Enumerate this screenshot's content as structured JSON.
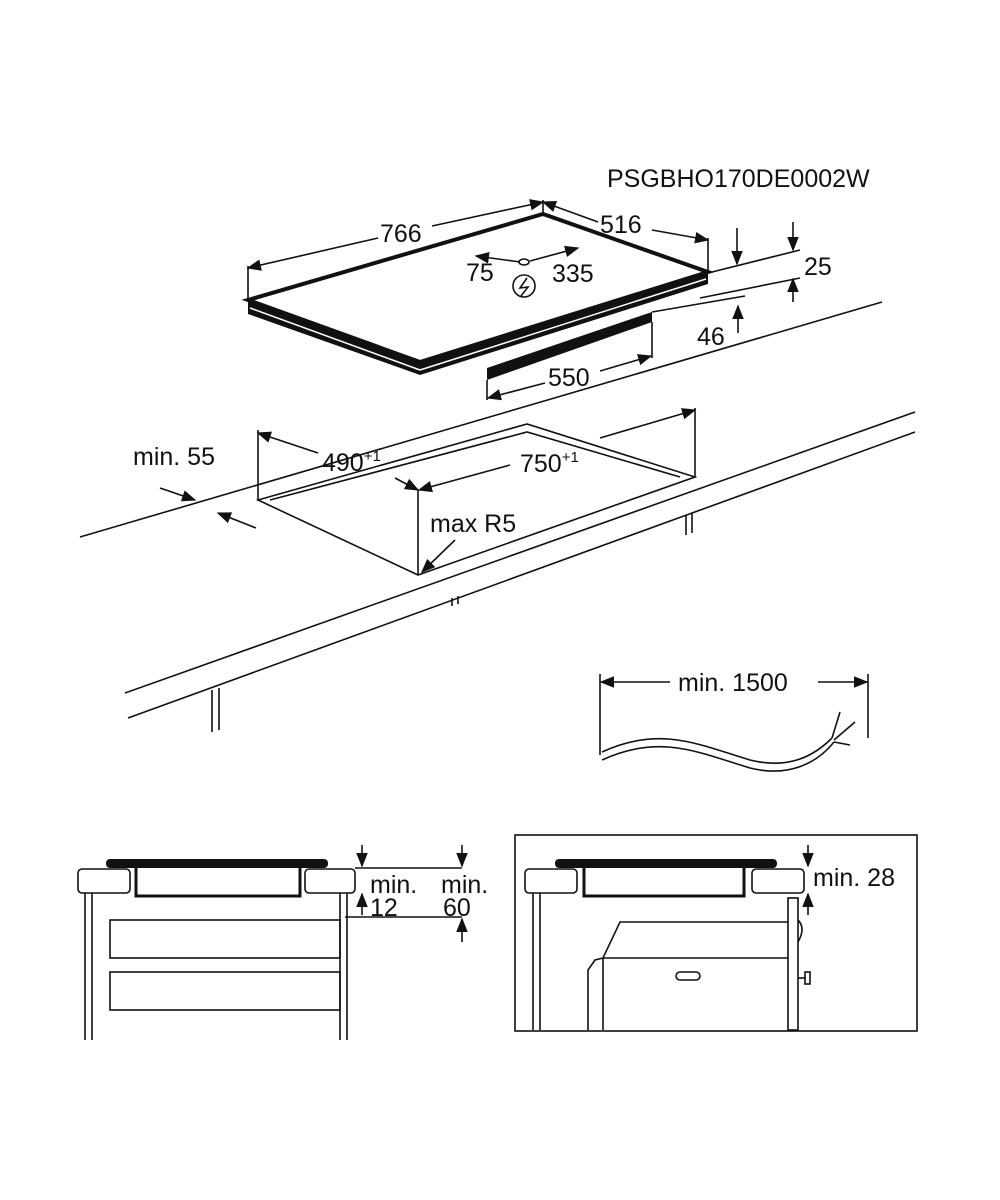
{
  "model_code": "PSGBHO170DE0002W",
  "hob": {
    "width": "766",
    "depth": "516",
    "cable_left": "75",
    "cable_right": "335",
    "glass_thickness": "25",
    "total_height": "46",
    "body_width": "550",
    "power_symbol": "lightning-bolt"
  },
  "cutout": {
    "depth": "490",
    "depth_tolerance": "+1",
    "width": "750",
    "width_tolerance": "+1",
    "min_front_distance": "min. 55",
    "corner_radius": "max R5"
  },
  "cable": {
    "min_length": "min. 1500"
  },
  "installation_drawer": {
    "min_label_1": "min.",
    "gap_1": "12",
    "min_label_2": "min.",
    "gap_2": "60"
  },
  "installation_oven": {
    "gap": "min. 28"
  }
}
